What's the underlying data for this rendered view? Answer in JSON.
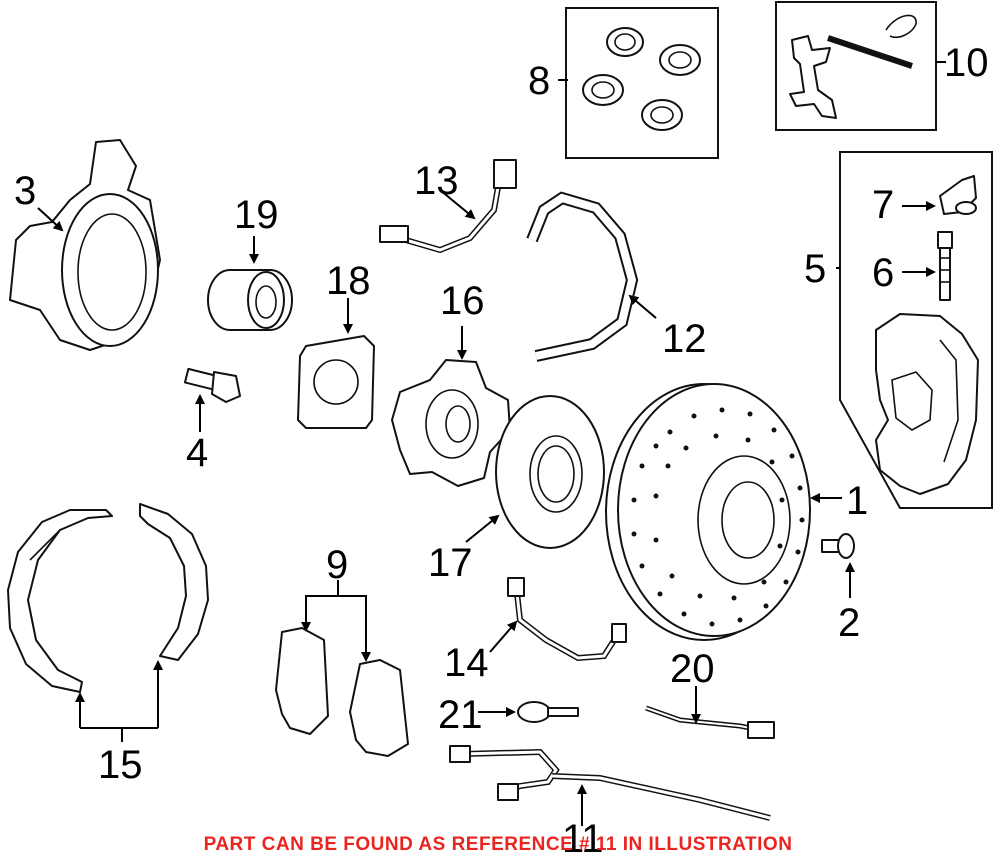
{
  "diagram": {
    "callouts": {
      "c1": "1",
      "c2": "2",
      "c3": "3",
      "c4": "4",
      "c5": "5",
      "c6": "6",
      "c7": "7",
      "c8": "8",
      "c9": "9",
      "c10": "10",
      "c11": "11",
      "c12": "12",
      "c13": "13",
      "c14": "14",
      "c15": "15",
      "c16": "16",
      "c17": "17",
      "c18": "18",
      "c19": "19",
      "c20": "20",
      "c21": "21"
    },
    "notice": "PART CAN BE FOUND AS REFERENCE # 11 IN ILLUSTRATION",
    "colors": {
      "notice": "#e8251f",
      "line": "#111111"
    }
  }
}
